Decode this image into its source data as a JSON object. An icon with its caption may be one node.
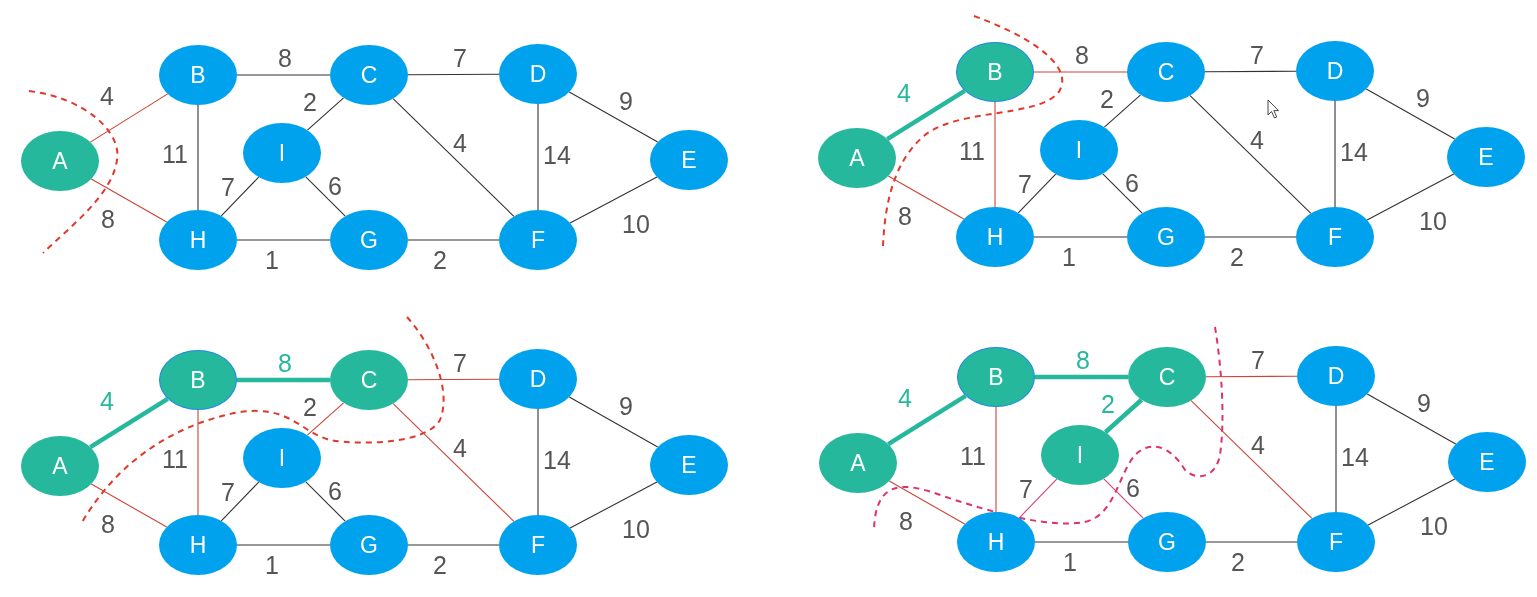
{
  "diagram": {
    "nodes": [
      {
        "text": [
          "A"
        ]
      },
      {
        "text": [
          "B"
        ]
      },
      {
        "text": [
          "C"
        ]
      },
      {
        "text": [
          "D"
        ]
      },
      {
        "text": [
          "E"
        ]
      },
      {
        "text": [
          "F"
        ]
      },
      {
        "text": [
          "G"
        ]
      },
      {
        "text": [
          "H"
        ]
      },
      {
        "text": [
          "I"
        ]
      },
      {
        "text": [
          "A"
        ]
      },
      {
        "text": [
          "B"
        ]
      },
      {
        "text": [
          "C"
        ]
      },
      {
        "text": [
          "D"
        ]
      },
      {
        "text": [
          "E"
        ]
      },
      {
        "text": [
          "F"
        ]
      },
      {
        "text": [
          "G"
        ]
      },
      {
        "text": [
          "H"
        ]
      },
      {
        "text": [
          "I"
        ]
      },
      {
        "text": [
          "A"
        ]
      },
      {
        "text": [
          "B"
        ]
      },
      {
        "text": [
          "C"
        ]
      },
      {
        "text": [
          "D"
        ]
      },
      {
        "text": [
          "E"
        ]
      },
      {
        "text": [
          "F"
        ]
      },
      {
        "text": [
          "G"
        ]
      },
      {
        "text": [
          "H"
        ]
      },
      {
        "text": [
          "I"
        ]
      },
      {
        "text": [
          "A"
        ]
      },
      {
        "text": [
          "B"
        ]
      },
      {
        "text": [
          "C"
        ]
      },
      {
        "text": [
          "D"
        ]
      },
      {
        "text": [
          "E"
        ]
      },
      {
        "text": [
          "F"
        ]
      },
      {
        "text": [
          "G"
        ]
      },
      {
        "text": [
          "H"
        ]
      },
      {
        "text": [
          "I"
        ]
      }
    ],
    "edges": [
      {
        "from": 0,
        "to": 1,
        "arrow": "none",
        "label": "4",
        "color": "#cc4436"
      },
      {
        "from": 0,
        "to": 7,
        "arrow": "none",
        "label": "8",
        "color": "#cc4436"
      },
      {
        "from": 1,
        "to": 2,
        "arrow": "none",
        "label": "8"
      },
      {
        "from": 1,
        "to": 7,
        "arrow": "none",
        "label": "11"
      },
      {
        "from": 2,
        "to": 3,
        "arrow": "none",
        "label": "7"
      },
      {
        "from": 2,
        "to": 8,
        "arrow": "none",
        "label": "2"
      },
      {
        "from": 2,
        "to": 5,
        "arrow": "none",
        "label": "4"
      },
      {
        "from": 8,
        "to": 7,
        "arrow": "none",
        "label": "7"
      },
      {
        "from": 8,
        "to": 6,
        "arrow": "none",
        "label": "6"
      },
      {
        "from": 3,
        "to": 4,
        "arrow": "none",
        "label": "9"
      },
      {
        "from": 3,
        "to": 5,
        "arrow": "none",
        "label": "14"
      },
      {
        "from": 7,
        "to": 6,
        "arrow": "none",
        "label": "1"
      },
      {
        "from": 6,
        "to": 5,
        "arrow": "none",
        "label": "2"
      },
      {
        "from": 5,
        "to": 4,
        "arrow": "none",
        "label": "10"
      },
      {
        "from": 9,
        "to": 10,
        "arrow": "none",
        "label": "4",
        "style": "thick",
        "color": "#26b89c"
      },
      {
        "from": 9,
        "to": 16,
        "arrow": "none",
        "label": "8",
        "color": "#cc4436"
      },
      {
        "from": 10,
        "to": 11,
        "arrow": "none",
        "label": "8",
        "color": "#cc4436"
      },
      {
        "from": 10,
        "to": 16,
        "arrow": "none",
        "label": "11",
        "color": "#cc4436"
      },
      {
        "from": 11,
        "to": 12,
        "arrow": "none",
        "label": "7"
      },
      {
        "from": 11,
        "to": 17,
        "arrow": "none",
        "label": "2"
      },
      {
        "from": 11,
        "to": 14,
        "arrow": "none",
        "label": "4"
      },
      {
        "from": 17,
        "to": 16,
        "arrow": "none",
        "label": "7"
      },
      {
        "from": 17,
        "to": 15,
        "arrow": "none",
        "label": "6"
      },
      {
        "from": 12,
        "to": 13,
        "arrow": "none",
        "label": "9"
      },
      {
        "from": 12,
        "to": 14,
        "arrow": "none",
        "label": "14"
      },
      {
        "from": 16,
        "to": 15,
        "arrow": "none",
        "label": "1"
      },
      {
        "from": 15,
        "to": 14,
        "arrow": "none",
        "label": "2"
      },
      {
        "from": 14,
        "to": 13,
        "arrow": "none",
        "label": "10"
      },
      {
        "from": 18,
        "to": 19,
        "arrow": "none",
        "label": "4",
        "style": "thick",
        "color": "#26b89c"
      },
      {
        "from": 18,
        "to": 25,
        "arrow": "none",
        "label": "8",
        "color": "#cc4436"
      },
      {
        "from": 19,
        "to": 20,
        "arrow": "none",
        "label": "8",
        "style": "thick",
        "color": "#26b89c"
      },
      {
        "from": 19,
        "to": 25,
        "arrow": "none",
        "label": "11",
        "color": "#cc4436"
      },
      {
        "from": 20,
        "to": 21,
        "arrow": "none",
        "label": "7",
        "color": "#cc4436"
      },
      {
        "from": 20,
        "to": 26,
        "arrow": "none",
        "label": "2",
        "color": "#cc4436"
      },
      {
        "from": 20,
        "to": 23,
        "arrow": "none",
        "label": "4",
        "color": "#cc4436"
      },
      {
        "from": 26,
        "to": 25,
        "arrow": "none",
        "label": "7"
      },
      {
        "from": 26,
        "to": 24,
        "arrow": "none",
        "label": "6"
      },
      {
        "from": 21,
        "to": 22,
        "arrow": "none",
        "label": "9"
      },
      {
        "from": 21,
        "to": 23,
        "arrow": "none",
        "label": "14"
      },
      {
        "from": 25,
        "to": 24,
        "arrow": "none",
        "label": "1"
      },
      {
        "from": 24,
        "to": 23,
        "arrow": "none",
        "label": "2"
      },
      {
        "from": 23,
        "to": 22,
        "arrow": "none",
        "label": "10"
      },
      {
        "from": 27,
        "to": 28,
        "arrow": "none",
        "label": "4",
        "style": "thick",
        "color": "#26b89c"
      },
      {
        "from": 27,
        "to": 34,
        "arrow": "none",
        "label": "8",
        "color": "#cc4436"
      },
      {
        "from": 28,
        "to": 29,
        "arrow": "none",
        "label": "8",
        "style": "thick",
        "color": "#26b89c"
      },
      {
        "from": 28,
        "to": 34,
        "arrow": "none",
        "label": "11",
        "color": "#cc4436"
      },
      {
        "from": 29,
        "to": 30,
        "arrow": "none",
        "label": "7",
        "color": "#cc4436"
      },
      {
        "from": 29,
        "to": 35,
        "arrow": "none",
        "label": "2",
        "style": "thick",
        "color": "#26b89c"
      },
      {
        "from": 29,
        "to": 32,
        "arrow": "none",
        "label": "4",
        "color": "#cc4436"
      },
      {
        "from": 35,
        "to": 34,
        "arrow": "none",
        "label": "7",
        "color": "#d83e78"
      },
      {
        "from": 35,
        "to": 33,
        "arrow": "none",
        "label": "6",
        "color": "#d83e78"
      },
      {
        "from": 30,
        "to": 31,
        "arrow": "none",
        "label": "9"
      },
      {
        "from": 30,
        "to": 32,
        "arrow": "none",
        "label": "14"
      },
      {
        "from": 34,
        "to": 33,
        "arrow": "none",
        "label": "1"
      },
      {
        "from": 33,
        "to": 32,
        "arrow": "none",
        "label": "2"
      },
      {
        "from": 32,
        "to": 31,
        "arrow": "none",
        "label": "10"
      }
    ]
  }
}
